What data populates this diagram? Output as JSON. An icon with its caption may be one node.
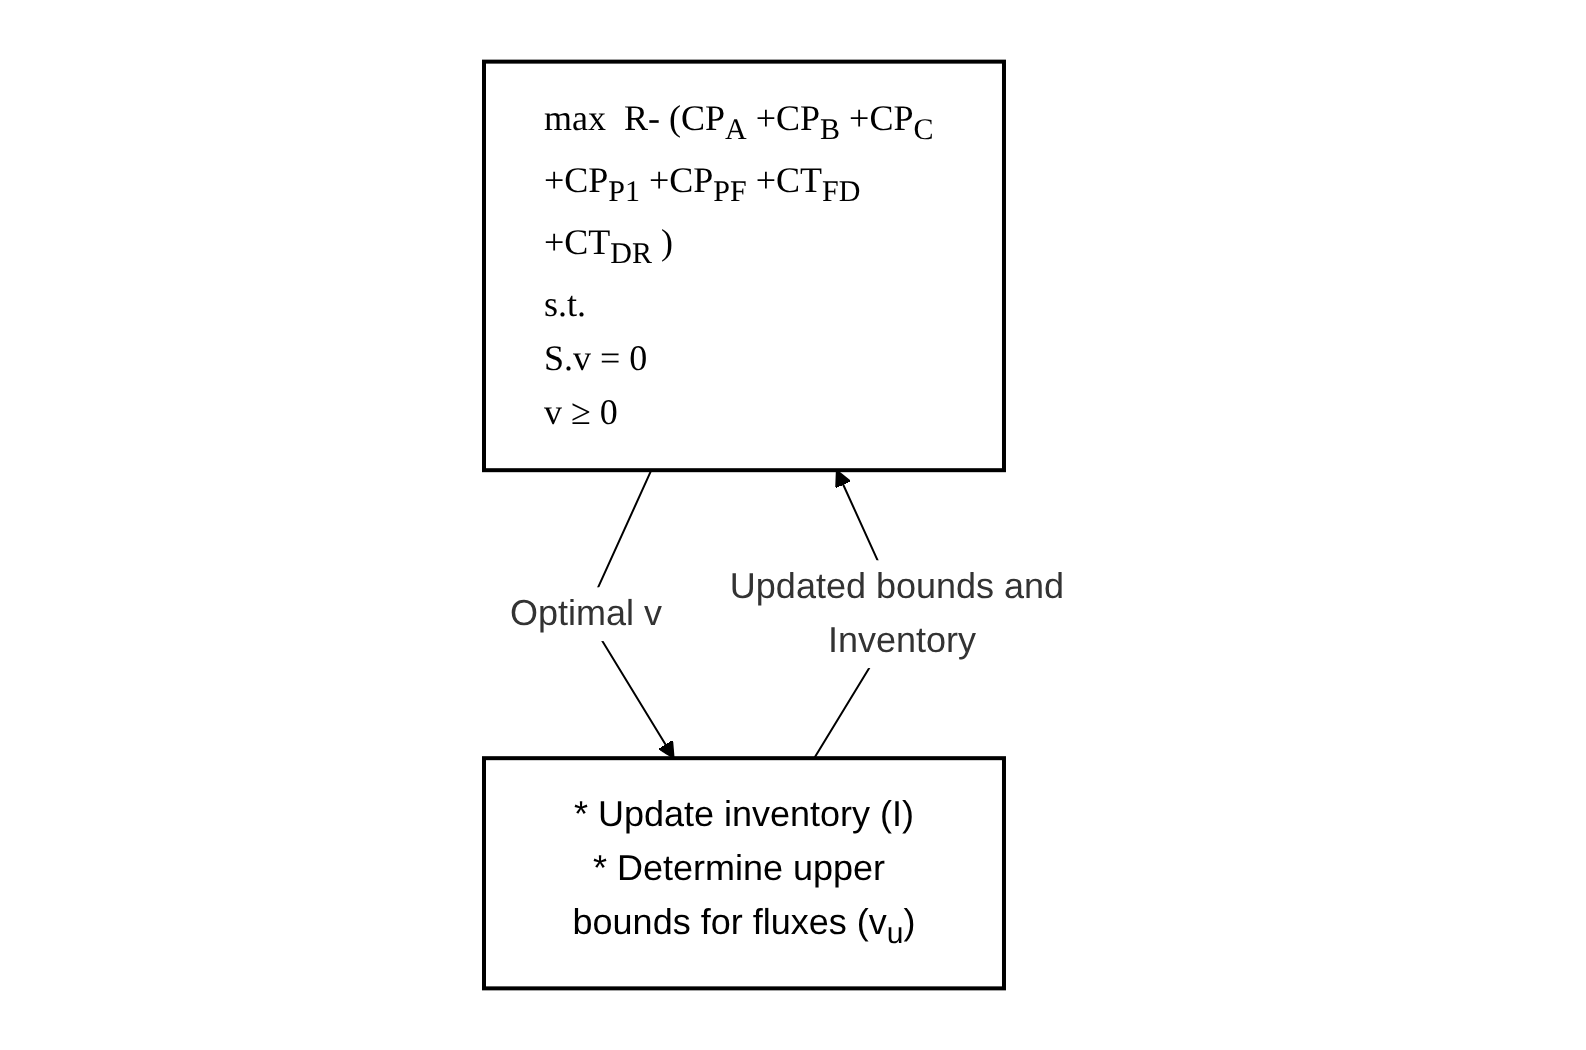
{
  "diagram": {
    "nodes": [
      {
        "text": [
          "max  R- (CP$_{A}$ +CP$_{B}$ +CP$_{C}$ +CP$_{P1}$ +CP$_{PF}$ +CT$_{FD}$ +CT$_{DR}$ )",
          "s.t.",
          "S.v = 0",
          "v ≥ 0"
        ]
      },
      {
        "text": [
          "* Update inventory (I)",
          "* Determine upper bounds for fluxes (v$_{u}$)"
        ]
      }
    ],
    "edges": [
      {
        "from": 0,
        "to": 1,
        "arrow": "to",
        "label": "Optimal v"
      },
      {
        "from": 1,
        "to": 0,
        "arrow": "to",
        "label": "Updated bounds and Inventory"
      }
    ]
  }
}
